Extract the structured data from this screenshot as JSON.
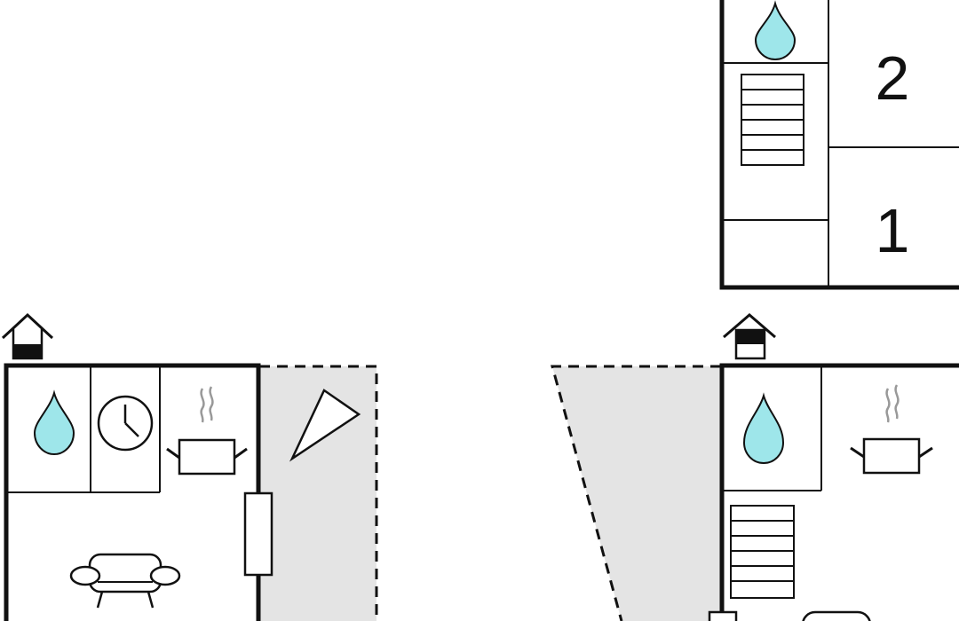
{
  "floor_plan": {
    "upper_floor": {
      "rooms": [
        {
          "label": "2"
        },
        {
          "label": "1"
        }
      ],
      "icons": [
        "water-drop-icon",
        "staircase-icon"
      ]
    },
    "ground_floor_left": {
      "icons": [
        "house-entrance-icon",
        "water-drop-icon",
        "clock-icon",
        "cooking-pot-icon",
        "sofa-icon",
        "window-icon",
        "pennant-icon"
      ],
      "terrace": "dashed-grey-area"
    },
    "ground_floor_right": {
      "icons": [
        "house-entrance-icon",
        "water-drop-icon",
        "cooking-pot-icon",
        "staircase-icon",
        "sofa-icon"
      ],
      "terrace": "dashed-grey-area"
    },
    "colors": {
      "wall": "#111111",
      "water": "#9ee6ea",
      "terrace": "#e4e4e4",
      "steam": "#999999"
    }
  }
}
